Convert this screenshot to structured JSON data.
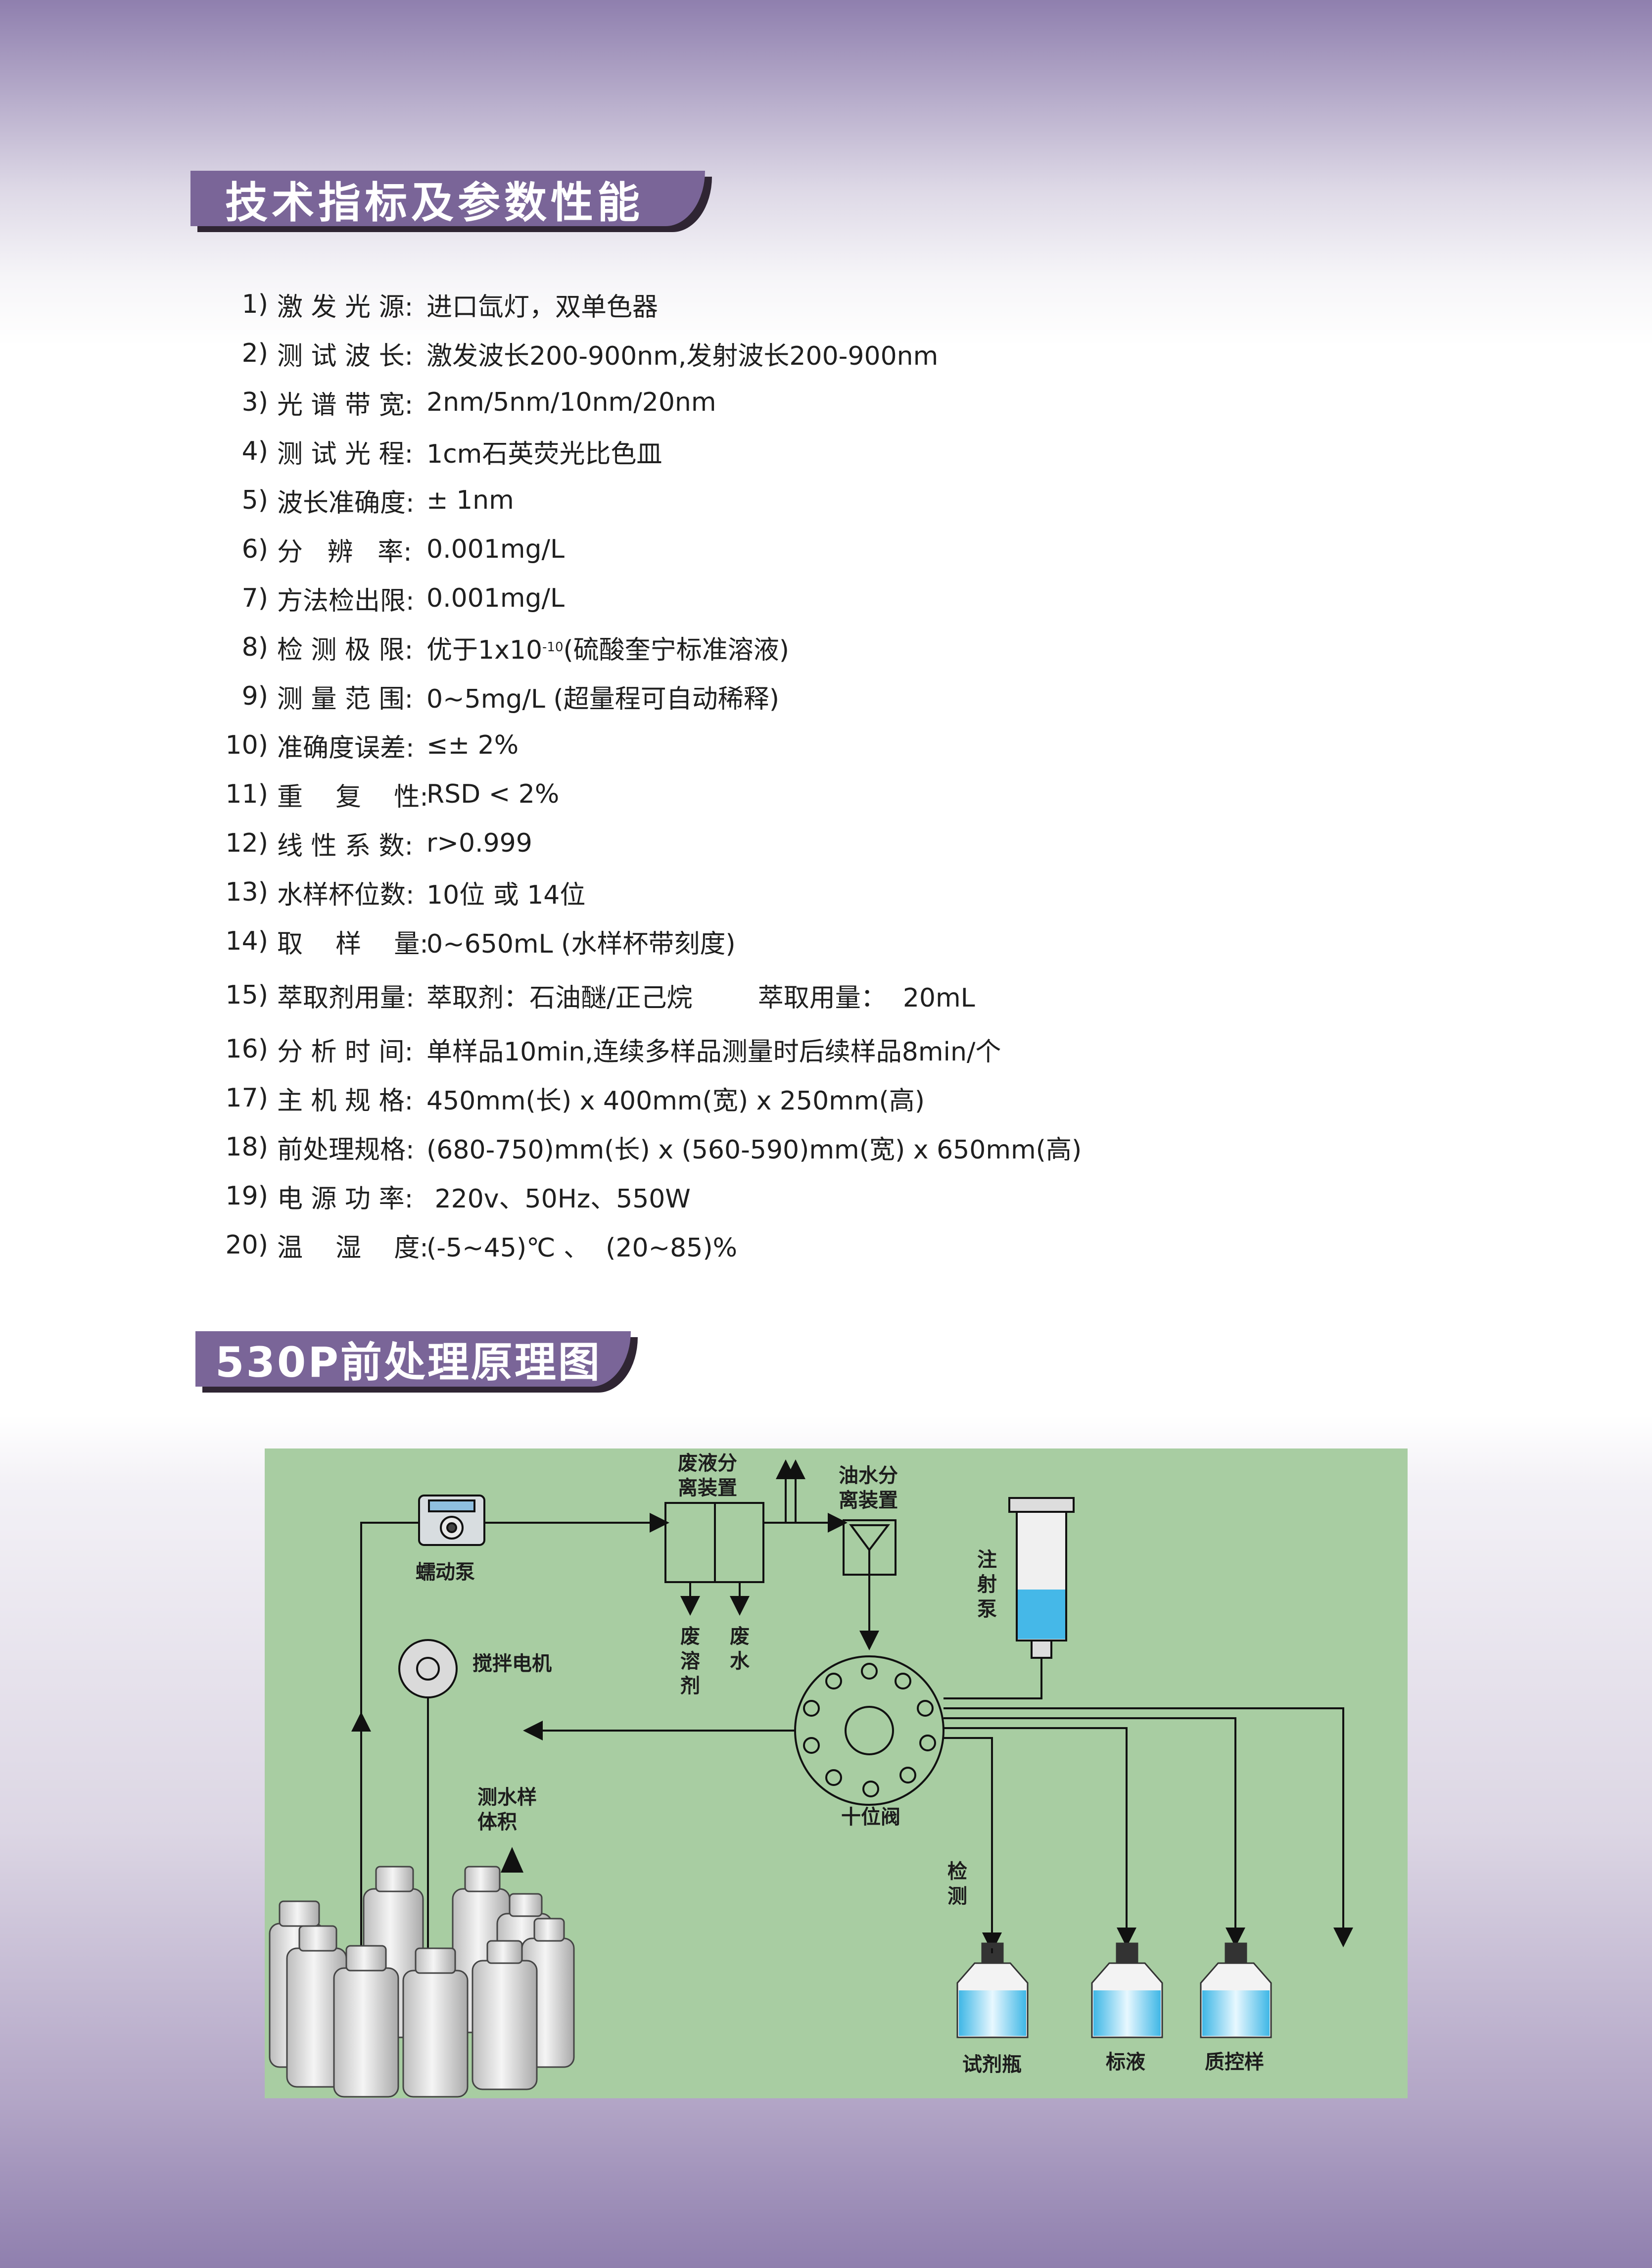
{
  "section1": {
    "title": "技术指标及参数性能"
  },
  "specs": [
    {
      "num": "1)",
      "label": "激 发 光 源:",
      "value": "进口氙灯，双单色器"
    },
    {
      "num": "2)",
      "label": "测 试 波 长:",
      "value": "激发波长200-900nm,发射波长200-900nm"
    },
    {
      "num": "3)",
      "label": "光 谱 带 宽:",
      "value": "2nm/5nm/10nm/20nm"
    },
    {
      "num": "4)",
      "label": "测 试 光 程:",
      "value": "1cm石英荧光比色皿"
    },
    {
      "num": "5)",
      "label": "波长准确度:",
      "value": "± 1nm"
    },
    {
      "num": "6)",
      "label": "分   辨   率:",
      "value": "0.001mg/L"
    },
    {
      "num": "7)",
      "label": "方法检出限:",
      "value": "0.001mg/L"
    },
    {
      "num": "8)",
      "label": "检 测 极 限:",
      "value": "优于1x10",
      "sup": "-10",
      "value_after": "(硫酸奎宁标准溶液)"
    },
    {
      "num": "9)",
      "label": "测 量 范 围:",
      "value": "0~5mg/L (超量程可自动稀释)"
    },
    {
      "num": "10)",
      "label": "准确度误差:",
      "value": "≤± 2%"
    },
    {
      "num": "11)",
      "label": "重    复    性:",
      "value": "RSD < 2%"
    },
    {
      "num": "12)",
      "label": "线 性 系 数:",
      "value": "r>0.999"
    },
    {
      "num": "13)",
      "label": "水样杯位数:",
      "value": "10位 或 14位"
    },
    {
      "num": "14)",
      "label": "取    样    量:",
      "value": "0~650mL (水样杯带刻度)"
    },
    {
      "num": "15)",
      "label": "萃取剂用量:",
      "value": "萃取剂：石油醚/正己烷        萃取用量：  20mL"
    },
    {
      "num": "16)",
      "label": "分 析 时 间:",
      "value": "单样品10min,连续多样品测量时后续样品8min/个"
    },
    {
      "num": "17)",
      "label": "主 机 规 格:",
      "value": "450mm(长) x 400mm(宽) x 250mm(高)"
    },
    {
      "num": "18)",
      "label": "前处理规格:",
      "value": "(680-750)mm(长) x (560-590)mm(宽) x 650mm(高)"
    },
    {
      "num": "19)",
      "label": "电 源 功 率:",
      "value": " 220v、50Hz、550W"
    },
    {
      "num": "20)",
      "label": "温    湿    度:",
      "value": "(-5~45)℃ 、  (20~85)%"
    }
  ],
  "section2": {
    "title": "530P前处理原理图"
  },
  "diagram": {
    "background": "#a8cda2",
    "labels": {
      "pump": "蠕动泵",
      "stirrer": "搅拌电机",
      "waste_sep": "废液分\n离装置",
      "oil_sep": "油水分\n离装置",
      "syringe": "注\n射\n泵",
      "waste_solvent": "废\n溶\n剂",
      "waste_water": "废\n水",
      "valve": "十位阀",
      "volume": "测水样\n体积",
      "detect": "检\n测",
      "reagent": "试剂瓶",
      "standard": "标液",
      "qc": "质控样"
    }
  }
}
